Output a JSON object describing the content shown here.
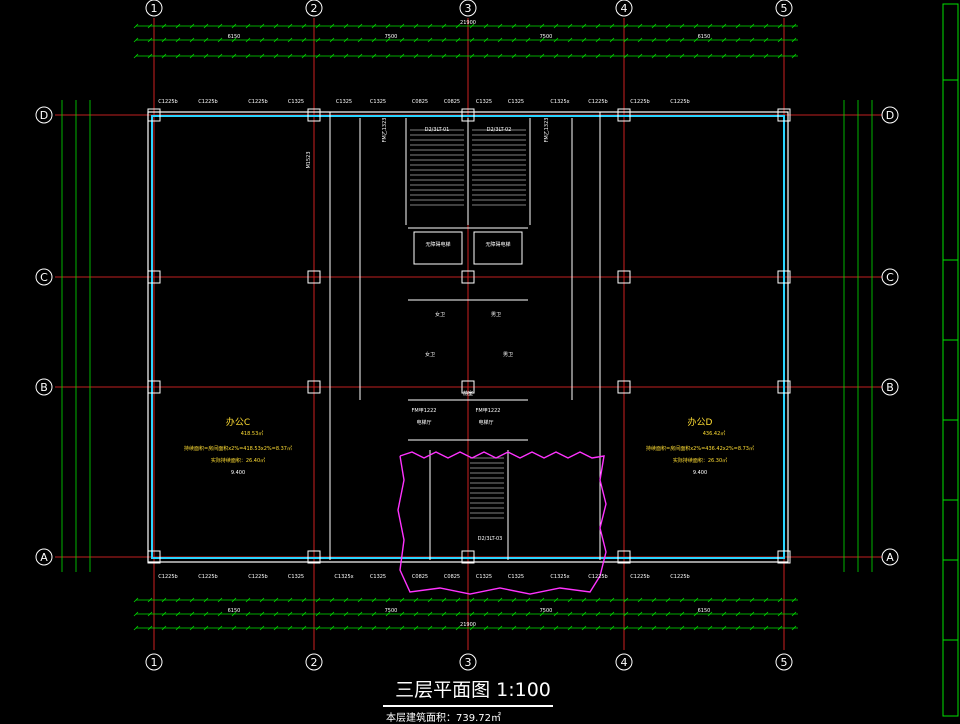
{
  "drawing": {
    "title": "三层平面图 1:100",
    "subtitle_prefix": "本层建筑面积：",
    "subtitle_value": "739.72㎡",
    "grid_axes_x": [
      "1",
      "2",
      "3",
      "4",
      "5"
    ],
    "grid_axes_y": [
      "A",
      "B",
      "C",
      "D"
    ],
    "overall_dim": "21900",
    "bay_dims": [
      "6150",
      "7500",
      "7500",
      "6150"
    ],
    "rooms": [
      {
        "name": "办公C",
        "area": "418.53㎡",
        "note1": "持续面积=房间面积x2%=418.53x2%=8.37㎡",
        "note2": "实际持续面积：26.40㎡",
        "elev": "9.400"
      },
      {
        "name": "办公D",
        "area": "436.42㎡",
        "note1": "持续面积=房间面积x2%=436.42x2%=8.73㎡",
        "note2": "实际持续面积：26.30㎡",
        "elev": "9.400"
      }
    ],
    "stairs": [
      "D2/3LT-01",
      "D2/3LT-02",
      "D2/3LT-03"
    ],
    "lifts": [
      "无障碍电梯",
      "无障碍电梯"
    ],
    "lobby": "电梯厅",
    "corridor": "前室",
    "toilets": [
      "女卫",
      "男卫",
      "女卫",
      "男卫"
    ],
    "windows_top": [
      "C1225b",
      "C1225b",
      "C1225b",
      "C1325",
      "C1325",
      "C1325",
      "C0825",
      "C0825",
      "C1325",
      "C1325",
      "C1325x",
      "C1225b",
      "C1225b",
      "C1225b"
    ],
    "windows_bottom": [
      "C1225b",
      "C1225b",
      "C1225b",
      "C1325",
      "C1325x",
      "C1325",
      "C0825",
      "C0825",
      "C1325",
      "C1325",
      "C1325x",
      "C1225b",
      "C1225b",
      "C1225b"
    ],
    "doors": [
      "M1523",
      "FM甲1222",
      "FM甲1222",
      "FM乙1323",
      "FM乙1323"
    ]
  },
  "colors": {
    "bg": "#000000",
    "grid": "#ff2a2a",
    "dim": "#00e000",
    "wall": "#ffffff",
    "glass": "#2ad4ff",
    "text": "#ffdd33",
    "hatch": "#ff33ff"
  }
}
